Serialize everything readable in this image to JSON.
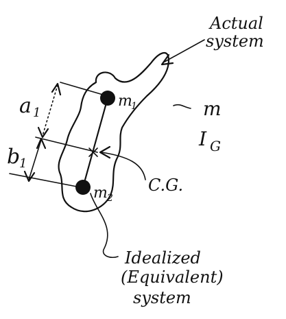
{
  "labels": {
    "actual_system_line1": "Actual",
    "actual_system_line2": "system",
    "mass_symbol": "m",
    "inertia_symbol": "I",
    "inertia_subscript": "G",
    "m1_main": "m",
    "m1_sub": "1",
    "m2_main": "m",
    "m2_sub": "2",
    "a1_main": "a",
    "a1_sub": "1",
    "b1_main": "b",
    "b1_sub": "1",
    "cg": "C.G.",
    "idealized_line1": "Idealized",
    "idealized_line2": "(Equivalent)",
    "idealized_line3": "system"
  }
}
